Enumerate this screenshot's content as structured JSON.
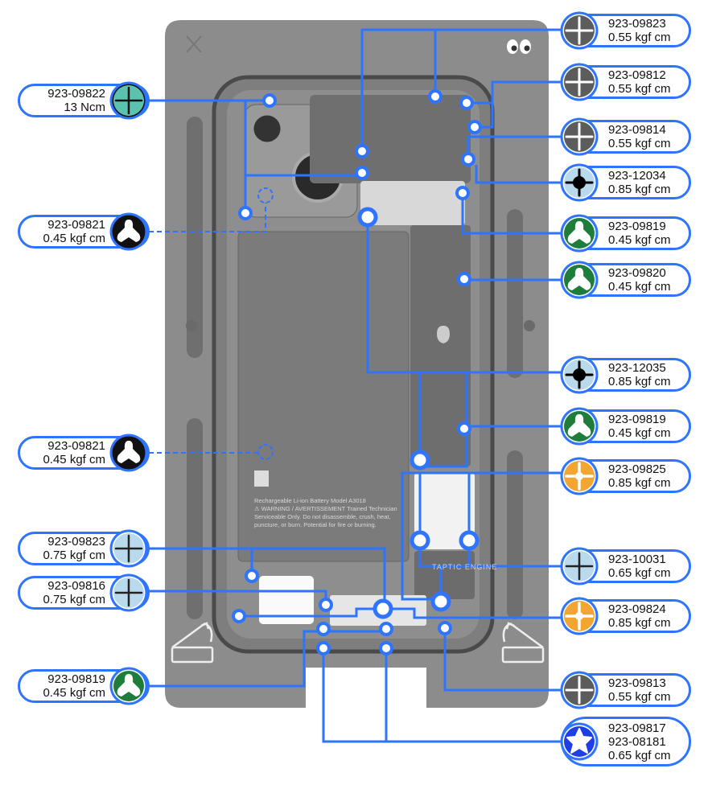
{
  "colors": {
    "callout_border": "#2f74ff",
    "leader_line": "#2f74ff",
    "tray": "#8c8c8c",
    "gray_bit": "#5c5c5c",
    "teal_bit": "#5cc2b0",
    "light_blue_bit": "#b9d9ec",
    "green_bit": "#1f7d3c",
    "black_bit": "#111111",
    "orange_bit": "#f2a531",
    "blue_star_bit": "#1f3fe6"
  },
  "device": {
    "battery_label": "Rechargeable Li-ion Battery Model A3018",
    "battery_warning": "⚠ WARNING / AVERTISSEMENT Trained Technician Serviceable Only. Do not disassemble, crush, heat, puncture, or burn. Potential for fire or burning.",
    "taptic_label": "TAPTIC ENGINE"
  },
  "callouts_left": [
    {
      "part": "923-09822",
      "torque": "13 Ncm",
      "bit": "teal-phillips"
    },
    {
      "part": "923-09821",
      "torque": "0.45 kgf cm",
      "bit": "black-trilobe"
    },
    {
      "part": "923-09821",
      "torque": "0.45 kgf cm",
      "bit": "black-trilobe"
    },
    {
      "part": "923-09823",
      "torque": "0.75 kgf cm",
      "bit": "light-blue-phillips"
    },
    {
      "part": "923-09816",
      "torque": "0.75 kgf cm",
      "bit": "light-blue-phillips"
    },
    {
      "part": "923-09819",
      "torque": "0.45 kgf cm",
      "bit": "green-trilobe"
    }
  ],
  "callouts_right": [
    {
      "part": "923-09823",
      "torque": "0.55 kgf cm",
      "bit": "gray-phillips"
    },
    {
      "part": "923-09812",
      "torque": "0.55 kgf cm",
      "bit": "gray-phillips"
    },
    {
      "part": "923-09814",
      "torque": "0.55 kgf cm",
      "bit": "gray-phillips"
    },
    {
      "part": "923-12034",
      "torque": "0.85 kgf cm",
      "bit": "light-blue-standoff"
    },
    {
      "part": "923-09819",
      "torque": "0.45 kgf cm",
      "bit": "green-trilobe"
    },
    {
      "part": "923-09820",
      "torque": "0.45 kgf cm",
      "bit": "green-trilobe"
    },
    {
      "part": "923-12035",
      "torque": "0.85 kgf cm",
      "bit": "light-blue-standoff"
    },
    {
      "part": "923-09819",
      "torque": "0.45 kgf cm",
      "bit": "green-trilobe"
    },
    {
      "part": "923-09825",
      "torque": "0.85 kgf cm",
      "bit": "orange-phillips"
    },
    {
      "part": "923-10031",
      "torque": "0.65 kgf cm",
      "bit": "light-blue-phillips"
    },
    {
      "part": "923-09824",
      "torque": "0.85 kgf cm",
      "bit": "orange-phillips"
    },
    {
      "part": "923-09813",
      "torque": "0.55 kgf cm",
      "bit": "gray-phillips"
    }
  ],
  "callout_star": {
    "part": "923-09817",
    "part2": "923-08181",
    "torque": "0.65 kgf cm",
    "bit": "blue-pentalobe"
  }
}
